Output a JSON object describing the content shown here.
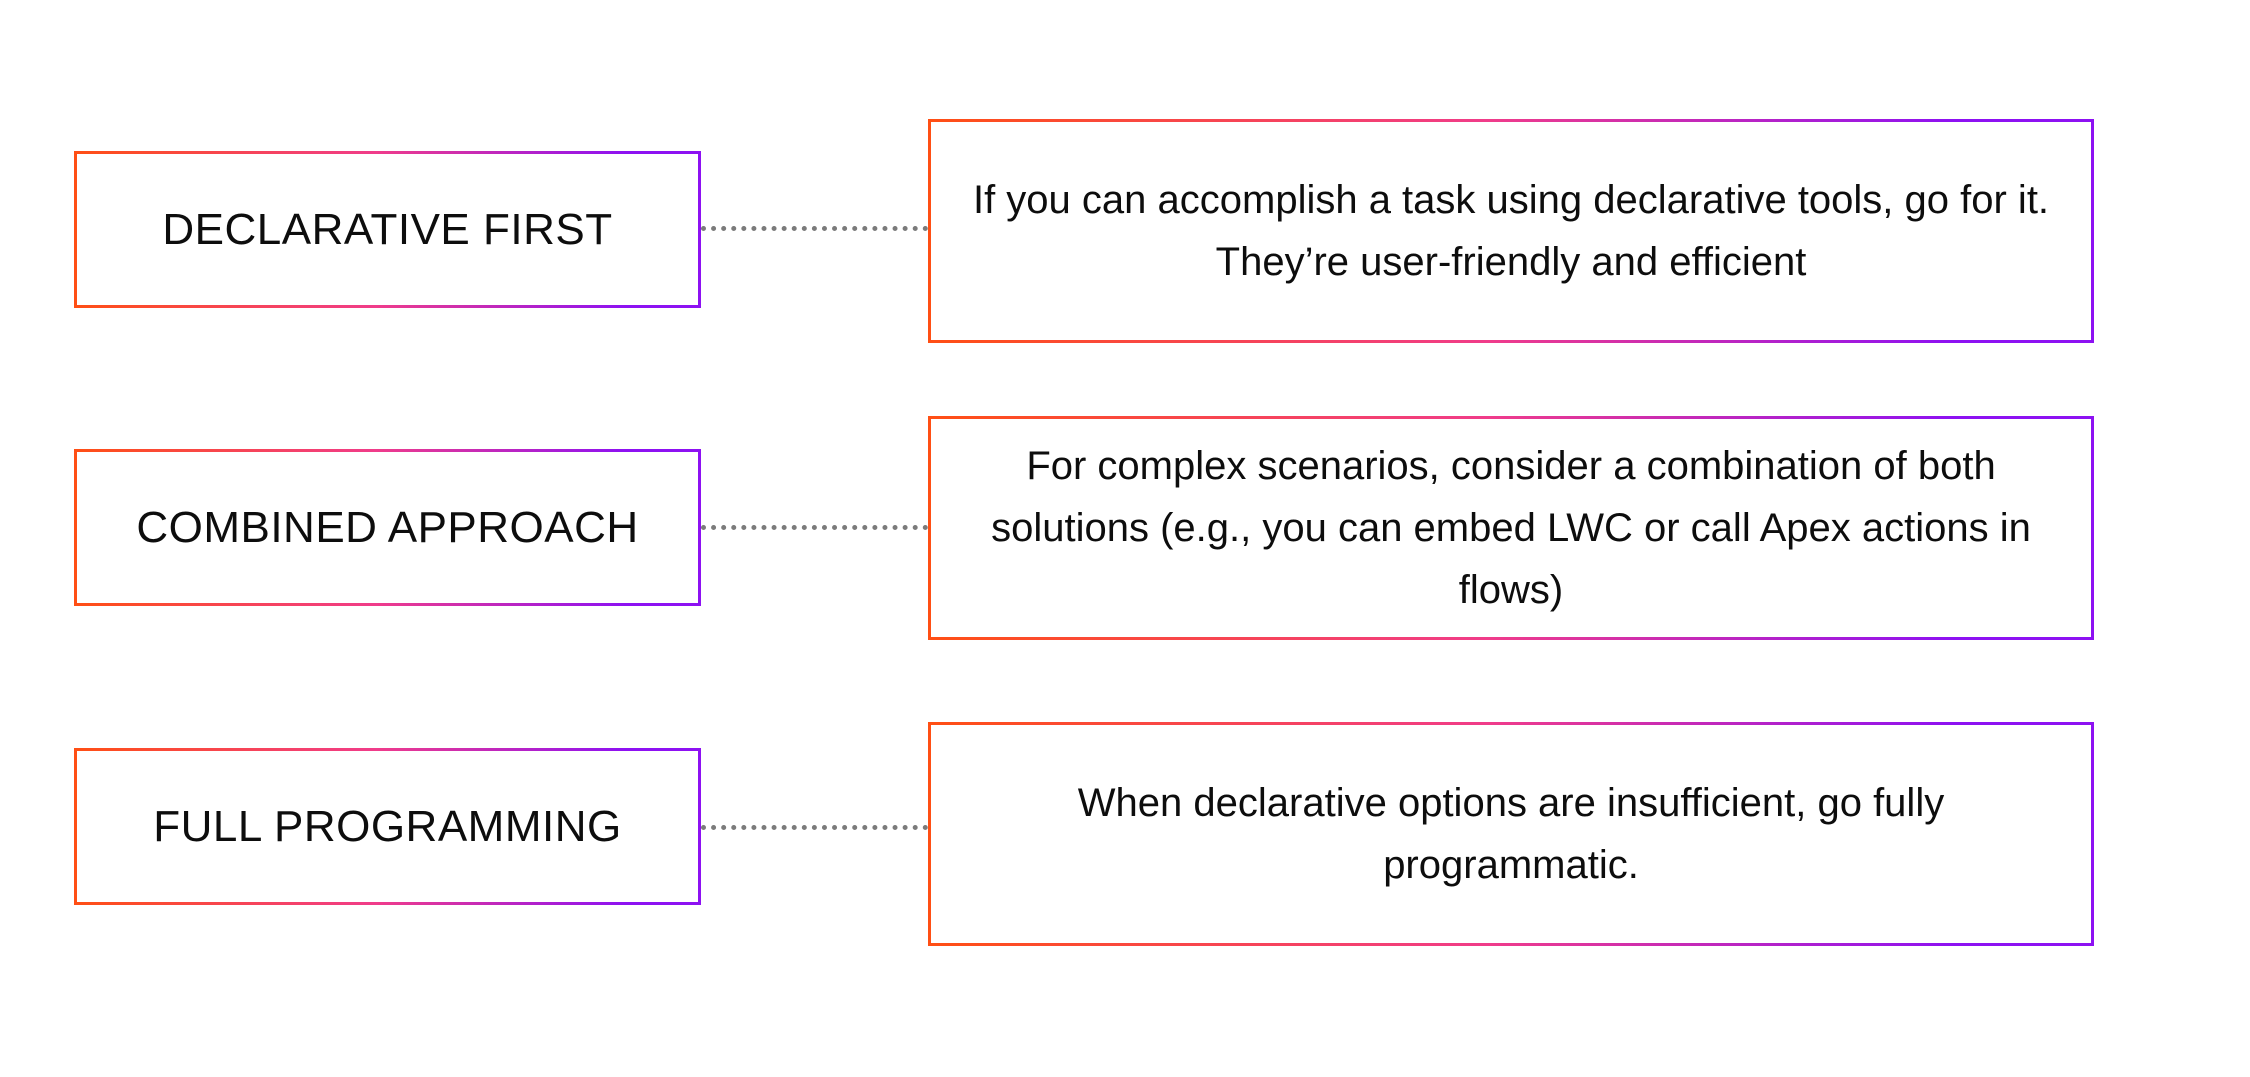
{
  "diagram": {
    "rows": [
      {
        "label": "DECLARATIVE FIRST",
        "description": "If you can accomplish a task using declarative tools, go for it. They’re user-friendly and efficient"
      },
      {
        "label": "COMBINED APPROACH",
        "description": "For complex scenarios, consider a combination of both solutions (e.g., you can embed LWC or call Apex actions in flows)"
      },
      {
        "label": "FULL PROGRAMMING",
        "description": "When declarative options are insufficient, go fully programmatic."
      }
    ],
    "colors": {
      "gradient_start": "#ff4f14",
      "gradient_mid": "#f03c8a",
      "gradient_end": "#8d11f2",
      "connector": "#7b7b7b",
      "text": "#0d0d0d",
      "background": "#ffffff"
    }
  }
}
